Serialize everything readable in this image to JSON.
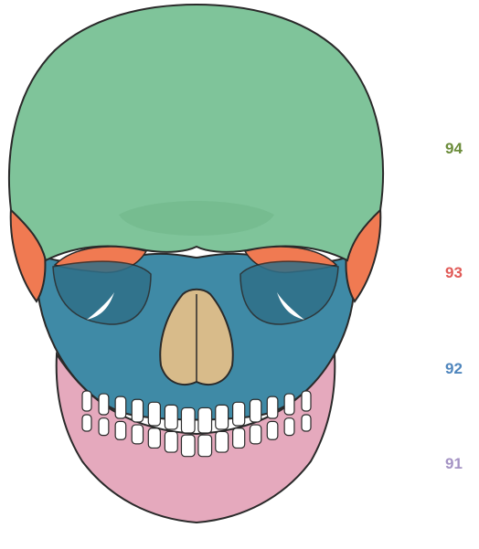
{
  "labels": [
    {
      "id": "frontal",
      "text": "94",
      "color": "#6b8c3a"
    },
    {
      "id": "sphenoid",
      "text": "93",
      "color": "#e15b58"
    },
    {
      "id": "maxilla",
      "text": "92",
      "color": "#4f86bd"
    },
    {
      "id": "mandible",
      "text": "91",
      "color": "#a493c4"
    }
  ],
  "colors": {
    "frontal": "#7fc49a",
    "sphenoid": "#f07a52",
    "maxilla": "#3f8aa6",
    "mandible": "#e5a9bd",
    "nasal": "#d8bb8a",
    "teeth": "#ffffff",
    "outline": "#2a2a2a"
  }
}
